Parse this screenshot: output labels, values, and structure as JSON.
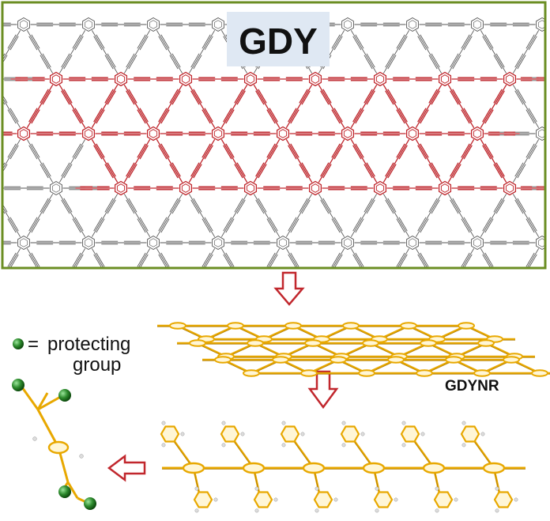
{
  "figure": {
    "top_panel_label": "GDY",
    "ribbon_label": "GDYNR",
    "legend": {
      "symbol": "=",
      "line1": "protecting",
      "line2": "group"
    }
  },
  "colors": {
    "frame": "#6b8e23",
    "lattice": "#555555",
    "highlight": "#c1272d",
    "ribbon": "#e8a800",
    "ribbon_dark": "#b07d00",
    "arrow": "#c1272d",
    "protecting_group": "#2e8b2e",
    "label_box": "#dfe8f3"
  },
  "icons": {
    "flow_arrow_down": "arrow-down-icon",
    "flow_arrow_left": "arrow-left-icon",
    "protecting_group_marker": "green-sphere-icon"
  }
}
